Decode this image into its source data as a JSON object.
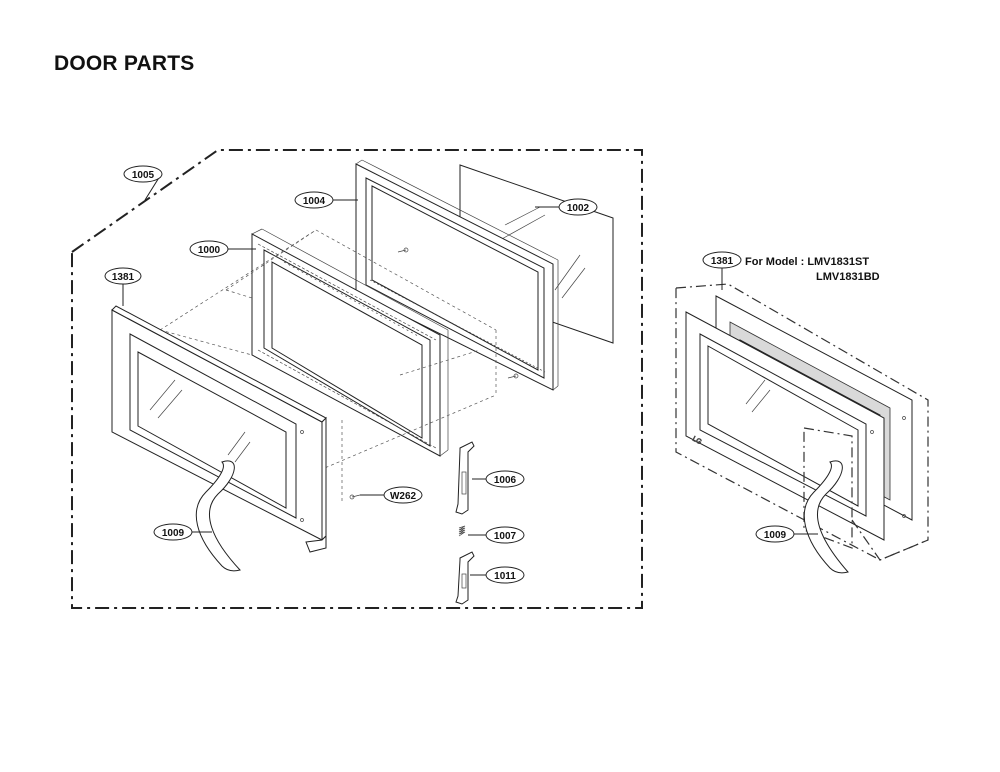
{
  "title": "DOOR PARTS",
  "callouts": {
    "c1005": "1005",
    "c1004": "1004",
    "c1002": "1002",
    "c1000": "1000",
    "c1381a": "1381",
    "c1006": "1006",
    "cW262": "W262",
    "c1007": "1007",
    "c1011": "1011",
    "c1009a": "1009",
    "c1381b": "1381",
    "c1009b": "1009"
  },
  "model_note": {
    "line1": "For Model : LMV1831ST",
    "line2": "LMV1831BD"
  }
}
